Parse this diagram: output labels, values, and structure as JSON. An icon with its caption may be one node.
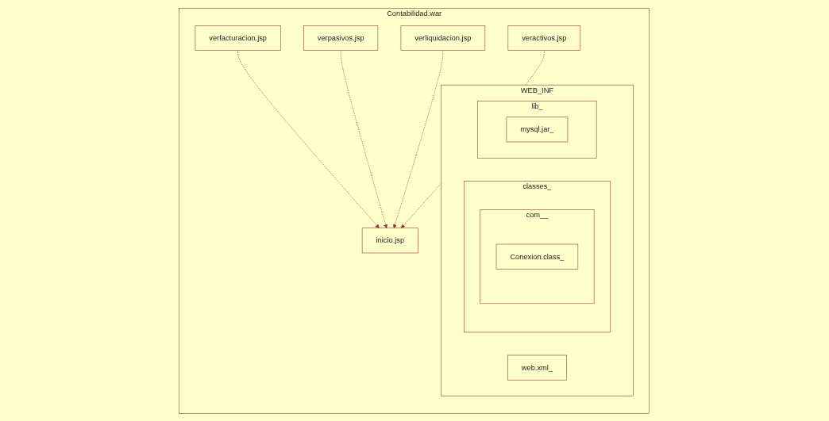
{
  "diagram": {
    "nodes": [
      {
        "text": [
          "Contabilidad.war"
        ]
      },
      {
        "text": [
          "WEB_INF"
        ],
        "in": 0
      },
      {
        "text": [
          "classes_"
        ],
        "in": 1
      },
      {
        "text": [
          "com__"
        ],
        "in": 2
      },
      {
        "text": [
          "Conexion.class_"
        ],
        "in": 3
      },
      {
        "text": [
          "web.xml_"
        ],
        "in": 1
      },
      {
        "text": [
          "lib_"
        ],
        "in": 1
      },
      {
        "text": [
          "mysql.jar_"
        ],
        "in": 6
      },
      {
        "text": [
          "inicio.jsp"
        ],
        "in": 0
      },
      {
        "text": [
          "verfacturacion.jsp"
        ],
        "in": 0
      },
      {
        "text": [
          "verpasivos.jsp"
        ],
        "in": 0
      },
      {
        "text": [
          "verliquidacion.jsp"
        ],
        "in": 0
      },
      {
        "text": [
          "veractivos.jsp"
        ],
        "in": 0
      }
    ],
    "edges": [
      {
        "from": 9,
        "to": 8,
        "arrow": "to",
        "style": "dashed"
      },
      {
        "from": 10,
        "to": 8,
        "arrow": "to",
        "style": "dashed"
      },
      {
        "from": 11,
        "to": 8,
        "arrow": "to",
        "style": "dashed"
      },
      {
        "from": 12,
        "to": 8,
        "arrow": "to",
        "style": "dashed"
      }
    ]
  }
}
